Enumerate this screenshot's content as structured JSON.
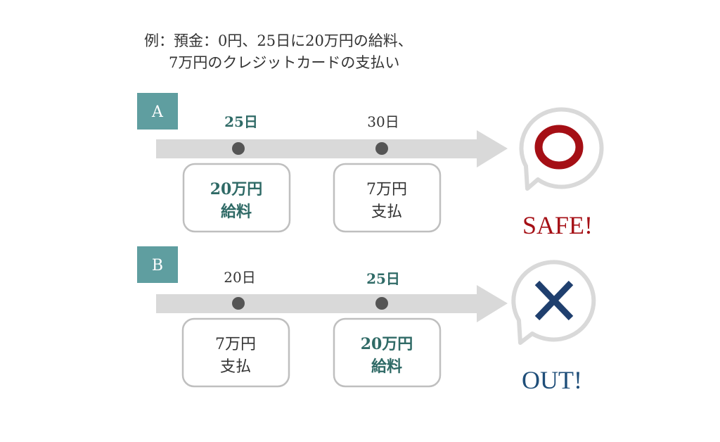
{
  "header": {
    "line1": "例：預金：0円、25日に20万円の給料、",
    "line2": "7万円のクレジットカードの支払い"
  },
  "colors": {
    "label_bg": "#5f9ea0",
    "teal_text": "#2f6a66",
    "safe": "#a50f15",
    "out": "#1f4e79",
    "bar": "#d9d9d9",
    "dot": "#555555"
  },
  "scenarios": [
    {
      "label": "A",
      "events": [
        {
          "date": "25日",
          "amount": "20万円",
          "desc": "給料",
          "highlight": true
        },
        {
          "date": "30日",
          "amount": "7万円",
          "desc": "支払",
          "highlight": false
        }
      ],
      "result_icon": "circle-icon",
      "result": "SAFE!"
    },
    {
      "label": "B",
      "events": [
        {
          "date": "20日",
          "amount": "7万円",
          "desc": "支払",
          "highlight": false
        },
        {
          "date": "25日",
          "amount": "20万円",
          "desc": "給料",
          "highlight": true
        }
      ],
      "result_icon": "cross-icon",
      "result": "OUT!"
    }
  ]
}
